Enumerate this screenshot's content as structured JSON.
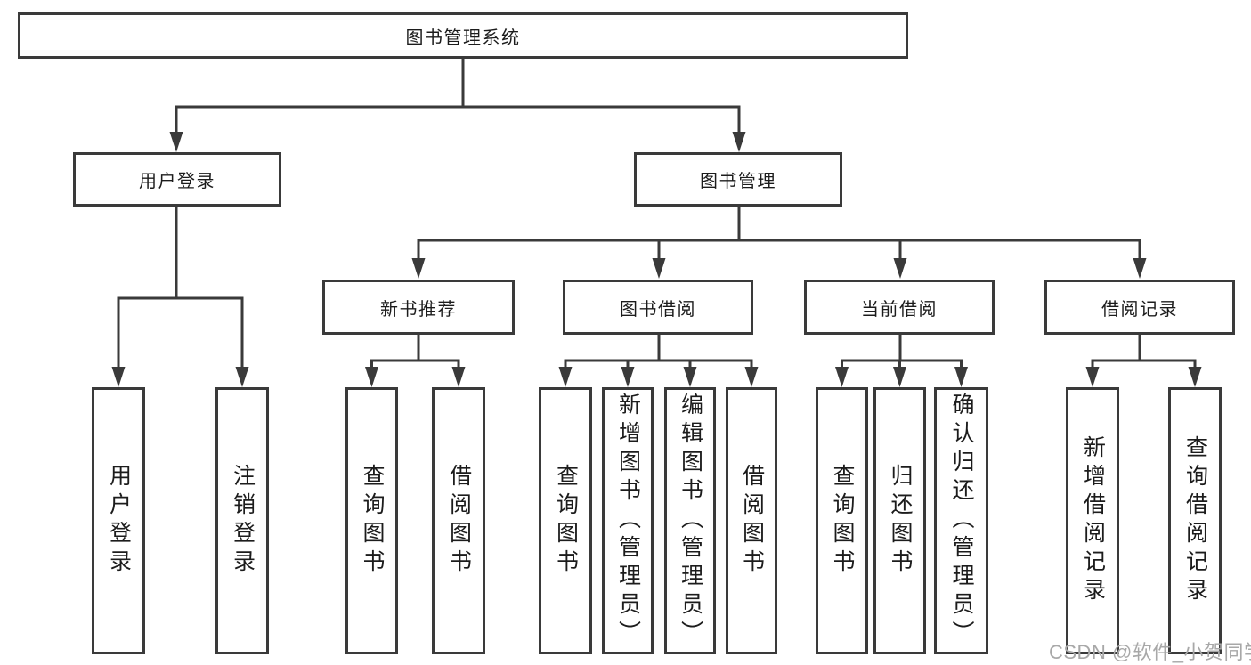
{
  "diagram": {
    "root": {
      "label": "图书管理系统",
      "children": [
        {
          "label": "用户登录",
          "children": [
            {
              "label": "用户登录"
            },
            {
              "label": "注销登录"
            }
          ]
        },
        {
          "label": "图书管理",
          "children": [
            {
              "label": "新书推荐",
              "children": [
                {
                  "label": "查询图书"
                },
                {
                  "label": "借阅图书"
                }
              ]
            },
            {
              "label": "图书借阅",
              "children": [
                {
                  "label": "查询图书"
                },
                {
                  "label": "新增图书（管理员）"
                },
                {
                  "label": "编辑图书（管理员）"
                },
                {
                  "label": "借阅图书"
                }
              ]
            },
            {
              "label": "当前借阅",
              "children": [
                {
                  "label": "查询图书"
                },
                {
                  "label": "归还图书"
                },
                {
                  "label": "确认归还（管理员）"
                }
              ]
            },
            {
              "label": "借阅记录",
              "children": [
                {
                  "label": "新增借阅记录"
                },
                {
                  "label": "查询借阅记录"
                }
              ]
            }
          ]
        }
      ]
    }
  },
  "watermark": {
    "text": "CSDN @软件_小贺同学"
  },
  "colors": {
    "line": "#3a3a3a",
    "text": "#1c1c1c",
    "watermark": "#a8a8a8",
    "background": "#ffffff"
  }
}
